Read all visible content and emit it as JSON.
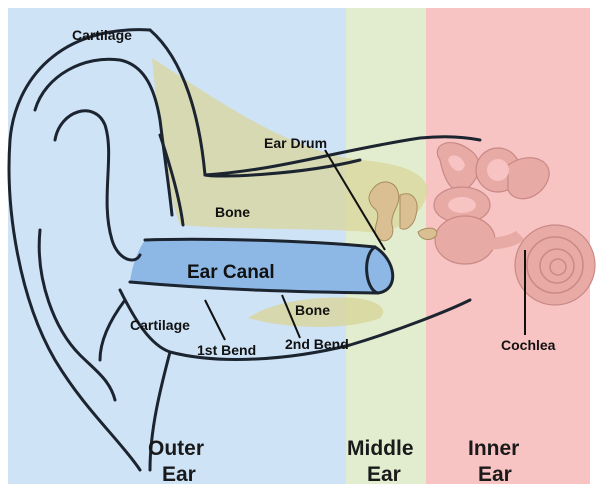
{
  "regions": {
    "outer": {
      "line1": "Outer",
      "line2": "Ear",
      "color": "#cfe3f7"
    },
    "middle": {
      "line1": "Middle",
      "line2": "Ear",
      "color": "#e2edcf"
    },
    "inner": {
      "line1": "Inner",
      "line2": "Ear",
      "color": "#f7c3c3"
    }
  },
  "labels": {
    "cartilage_top": "Cartilage",
    "ear_drum": "Ear Drum",
    "bone_upper": "Bone",
    "ear_canal": "Ear Canal",
    "bone_lower": "Bone",
    "cartilage_lower": "Cartilage",
    "first_bend": "1st Bend",
    "second_bend": "2nd Bend",
    "cochlea": "Cochlea"
  },
  "colors": {
    "outline": "#1c2430",
    "canal": "#8db8e6",
    "bone": "#d8d59a",
    "ossicle": "#d9bf91",
    "inner_structure": "#e8aaa4"
  }
}
